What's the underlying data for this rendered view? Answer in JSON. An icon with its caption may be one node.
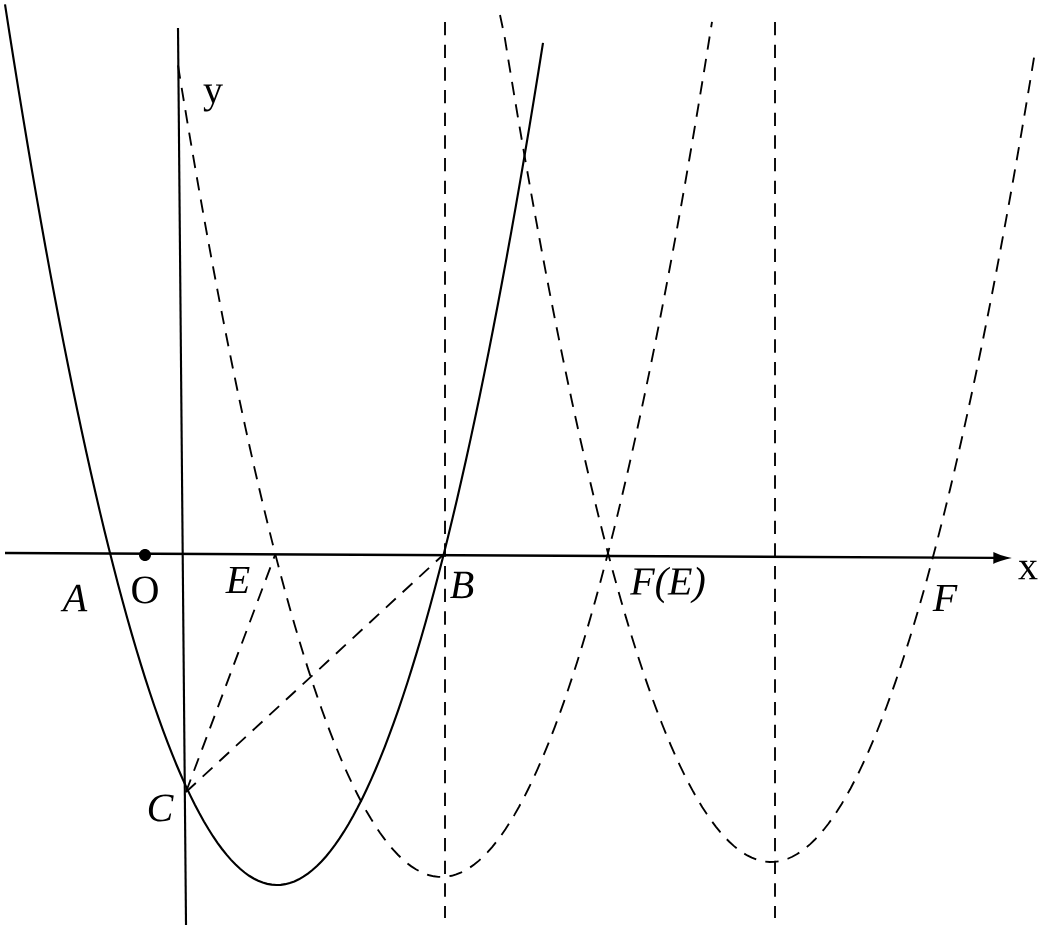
{
  "diagram": {
    "labels": [
      "y",
      "A",
      "O",
      "E",
      "B",
      "F(E)",
      "F",
      "x",
      "C"
    ]
  }
}
